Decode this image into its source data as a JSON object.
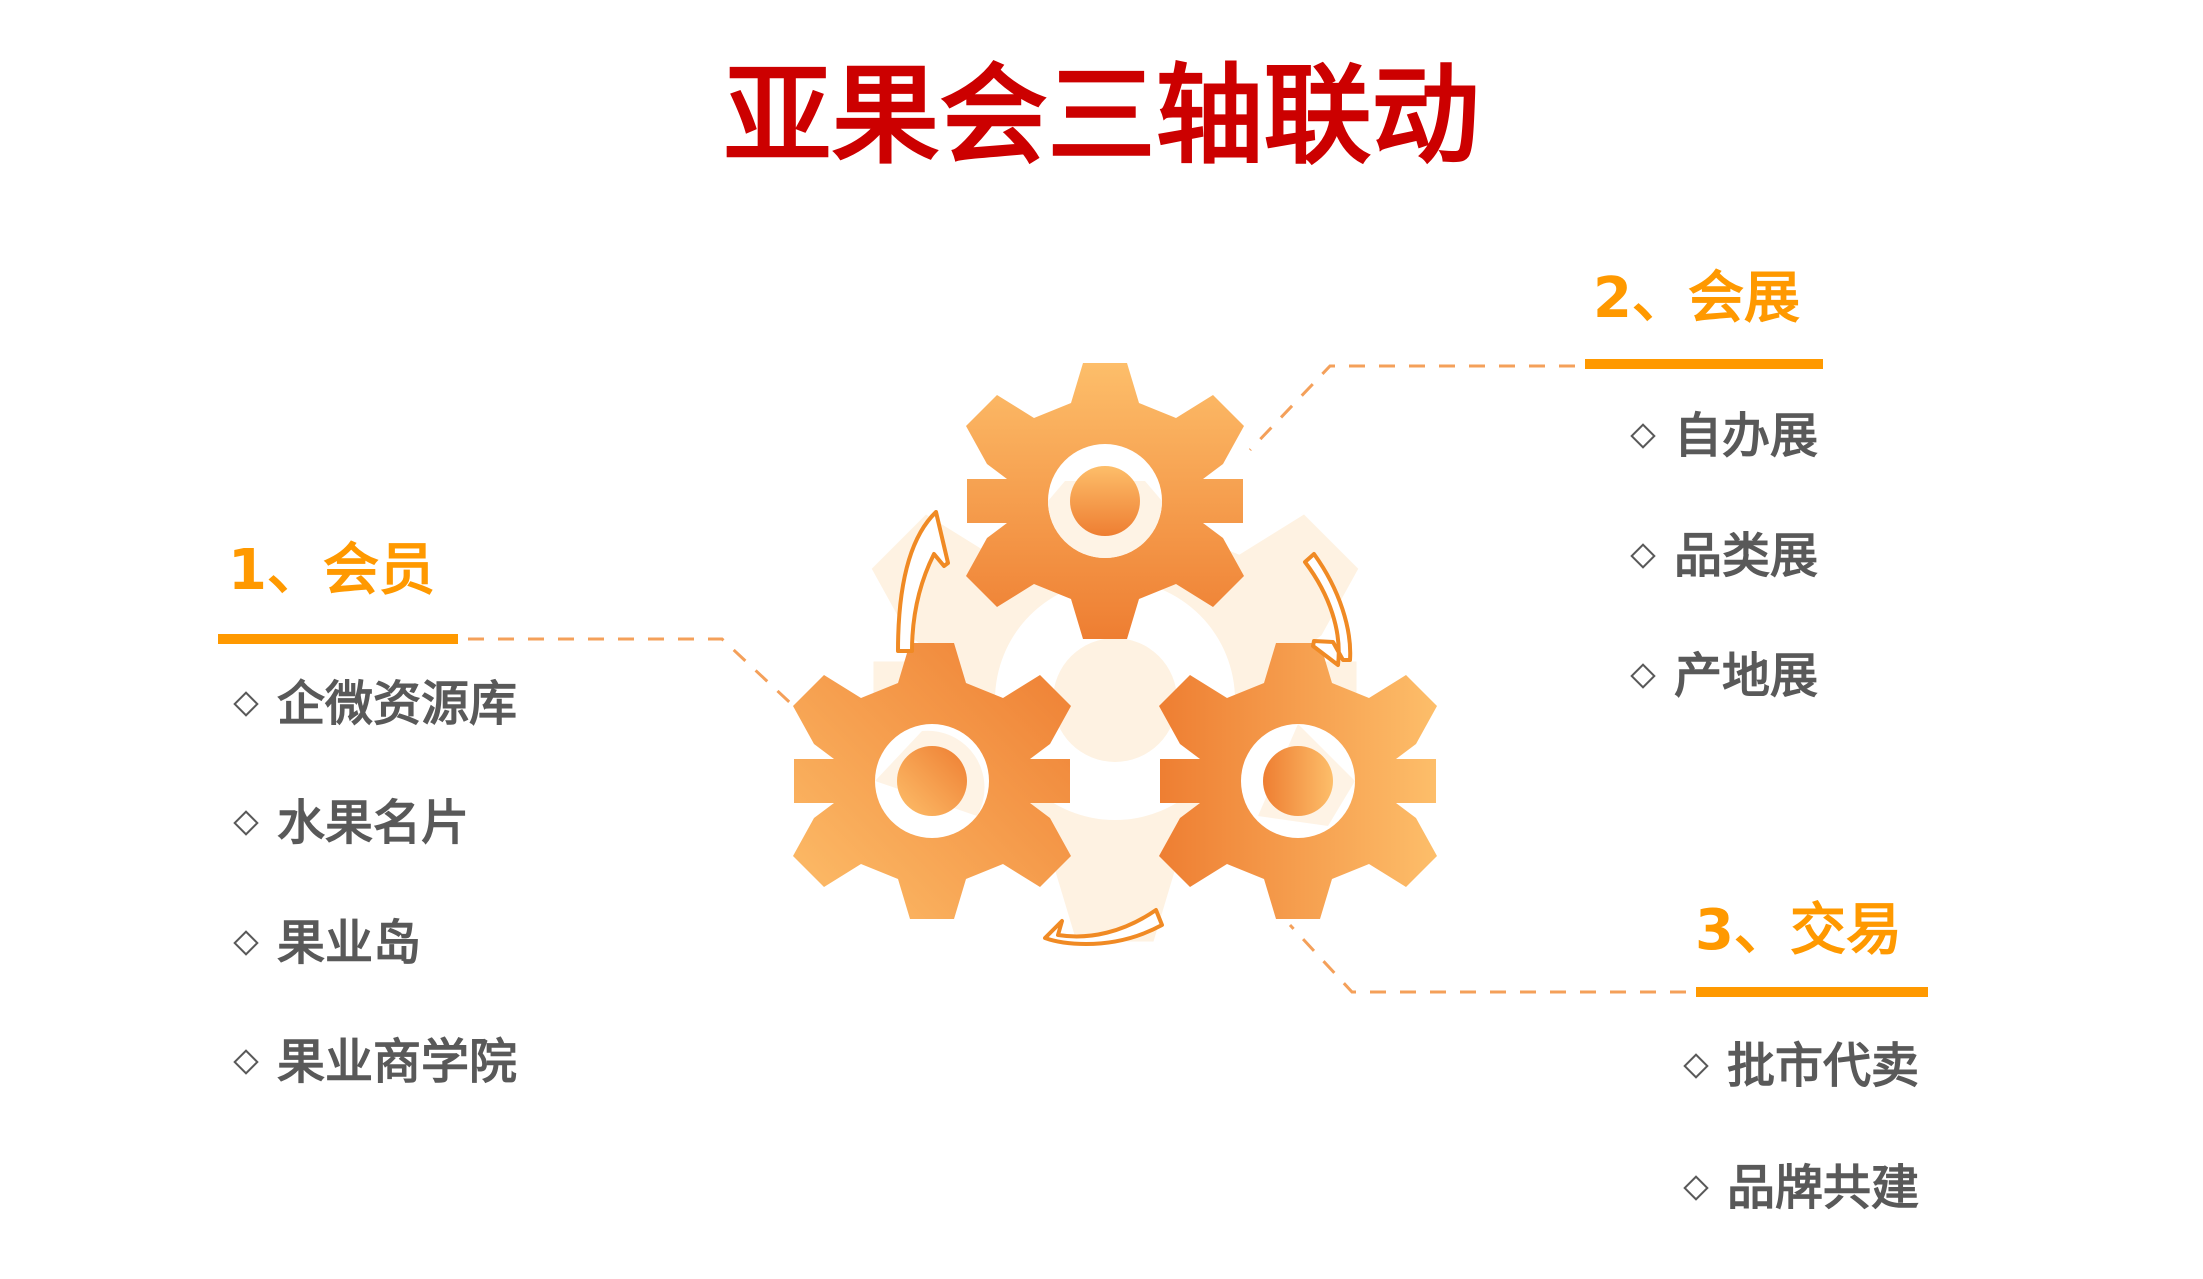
{
  "title": "亚果会三轴联动",
  "colors": {
    "title": "#CC0000",
    "heading": "#FF9900",
    "item_text": "#595959",
    "connector": "#F4A05A",
    "gear_light": "#FDBE6A",
    "gear_dark": "#EE7E32",
    "gear_bg": "#FEF2E2"
  },
  "sections": [
    {
      "heading": "1、会员",
      "items": [
        "企微资源库",
        "水果名片",
        "果业岛",
        "果业商学院"
      ]
    },
    {
      "heading": "2、会展",
      "items": [
        "自办展",
        "品类展",
        "产地展"
      ]
    },
    {
      "heading": "3、交易",
      "items": [
        "批市代卖",
        "品牌共建"
      ]
    }
  ],
  "icons": {
    "gears": "gear-cluster-icon",
    "rotation_arrows": "circular-arrow-icon",
    "bullet": "diamond-bullet-icon"
  }
}
